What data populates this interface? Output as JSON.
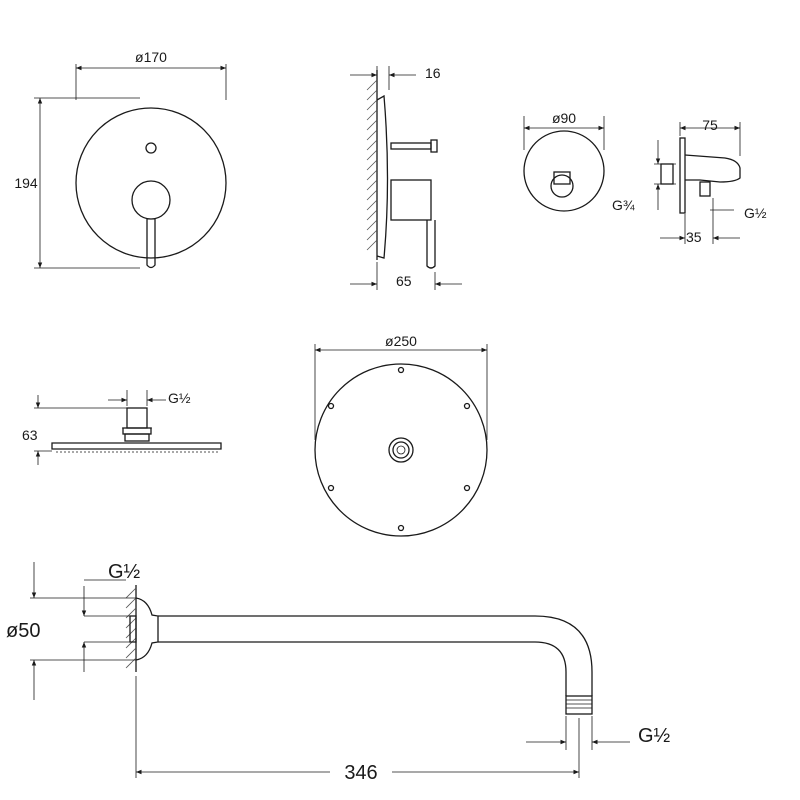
{
  "dimensions": {
    "mixer_diameter": "ø170",
    "mixer_height": "194",
    "mixer_depth_top": "16",
    "mixer_depth_bottom": "65",
    "outlet_diameter": "ø90",
    "outlet_depth": "75",
    "outlet_thread_in": "G¾",
    "outlet_thread_out": "G½",
    "outlet_offset": "35",
    "head_thread": "G½",
    "head_height": "63",
    "head_diameter": "ø250",
    "arm_thread_wall": "G½",
    "arm_flange_diameter": "ø50",
    "arm_thread_end": "G½",
    "arm_length": "346"
  }
}
